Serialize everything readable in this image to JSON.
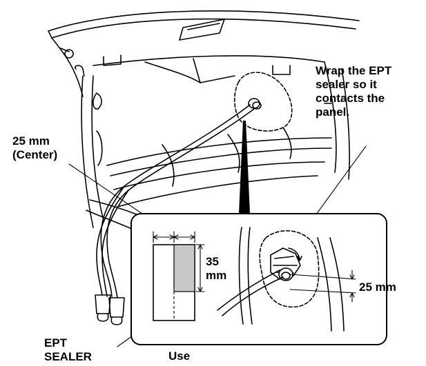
{
  "labels": {
    "wrap_line1": "Wrap the EPT",
    "wrap_line2": "sealer so it",
    "wrap_line3": "contacts the",
    "wrap_line4": "panel.",
    "center_dim_line1": "25 mm",
    "center_dim_line2": "(Center)",
    "height_dim_line1": "35",
    "height_dim_line2": "mm",
    "edge_dim": "25 mm",
    "sealer_line1": "EPT",
    "sealer_line2": "SEALER",
    "use_label": "Use"
  },
  "colors": {
    "ink": "#000000",
    "use_area_fill": "#c8c8c8",
    "background": "#ffffff"
  }
}
